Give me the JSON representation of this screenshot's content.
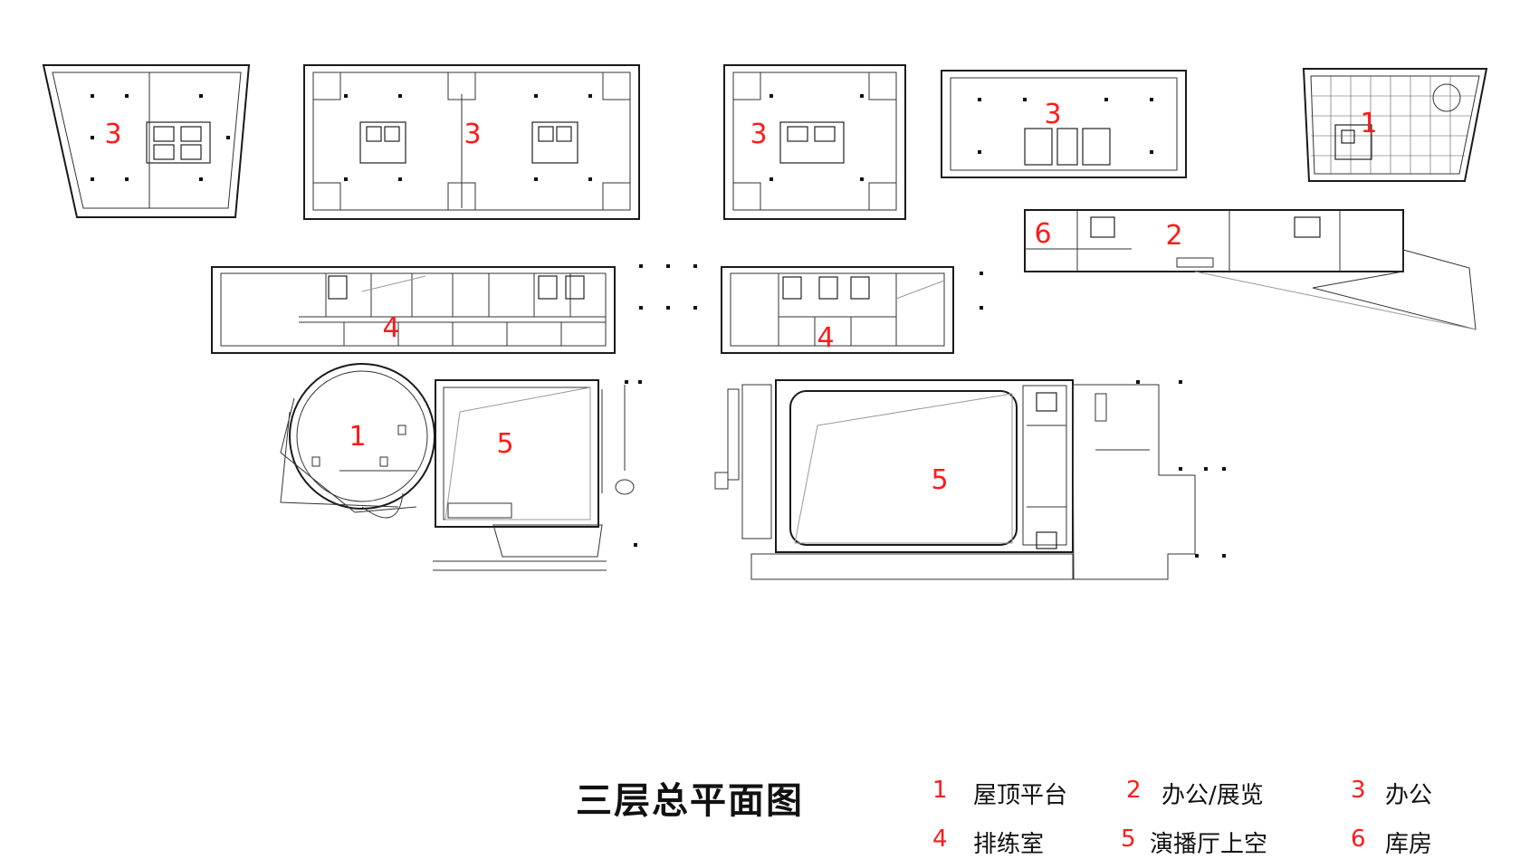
{
  "title": "三层总平面图",
  "plan_labels": {
    "a1": "3",
    "a2": "3",
    "a3": "3",
    "a4": "3",
    "a5": "1",
    "b1": "6",
    "b2": "2",
    "c1": "4",
    "c2": "4",
    "d1": "1",
    "d2": "5",
    "d3": "5"
  },
  "legend": [
    {
      "num": "1",
      "label": "屋顶平台"
    },
    {
      "num": "2",
      "label": "办公/展览"
    },
    {
      "num": "3",
      "label": "办公"
    },
    {
      "num": "4",
      "label": "排练室"
    },
    {
      "num": "5",
      "label": "演播厅上空"
    },
    {
      "num": "6",
      "label": "库房"
    }
  ],
  "colors": {
    "label_red": "#ff1a1a",
    "line": "#1a1a1a"
  }
}
